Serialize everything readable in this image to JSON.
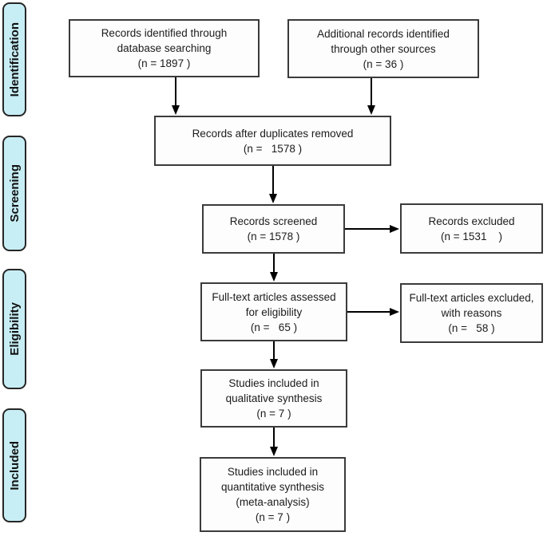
{
  "diagram": {
    "type": "prisma-flow",
    "colors": {
      "stage_fill": "#c8eef5",
      "stage_border": "#262626",
      "box_border": "#3b3b3b",
      "arrow": "#000000",
      "text": "#1c1c1c"
    },
    "stages": [
      {
        "label": "Identification"
      },
      {
        "label": "Screening"
      },
      {
        "label": "Eligibility"
      },
      {
        "label": "Included"
      }
    ],
    "boxes": {
      "identified": {
        "lines": [
          "Records identified through",
          "database searching",
          "(n = 1897 )"
        ]
      },
      "additional": {
        "lines": [
          "Additional records identified",
          "through other sources",
          "(n = 36 )"
        ]
      },
      "deduplicated": {
        "lines": [
          "Records after duplicates removed",
          "(n =   1578 )"
        ]
      },
      "screened": {
        "lines": [
          "Records screened",
          "(n = 1578 )"
        ]
      },
      "excluded": {
        "lines": [
          "Records excluded",
          "(n = 1531    )"
        ]
      },
      "fulltext": {
        "lines": [
          "Full-text articles assessed",
          "for eligibility",
          "(n =   65 )"
        ]
      },
      "fulltext_excluded": {
        "lines": [
          "Full-text articles excluded,",
          "with reasons",
          "(n =   58 )"
        ]
      },
      "qualitative": {
        "lines": [
          "Studies included in",
          "qualitative synthesis",
          "(n = 7 )"
        ]
      },
      "quantitative": {
        "lines": [
          "Studies included in",
          "quantitative synthesis",
          "(meta-analysis)",
          "(n = 7 )"
        ]
      }
    }
  }
}
